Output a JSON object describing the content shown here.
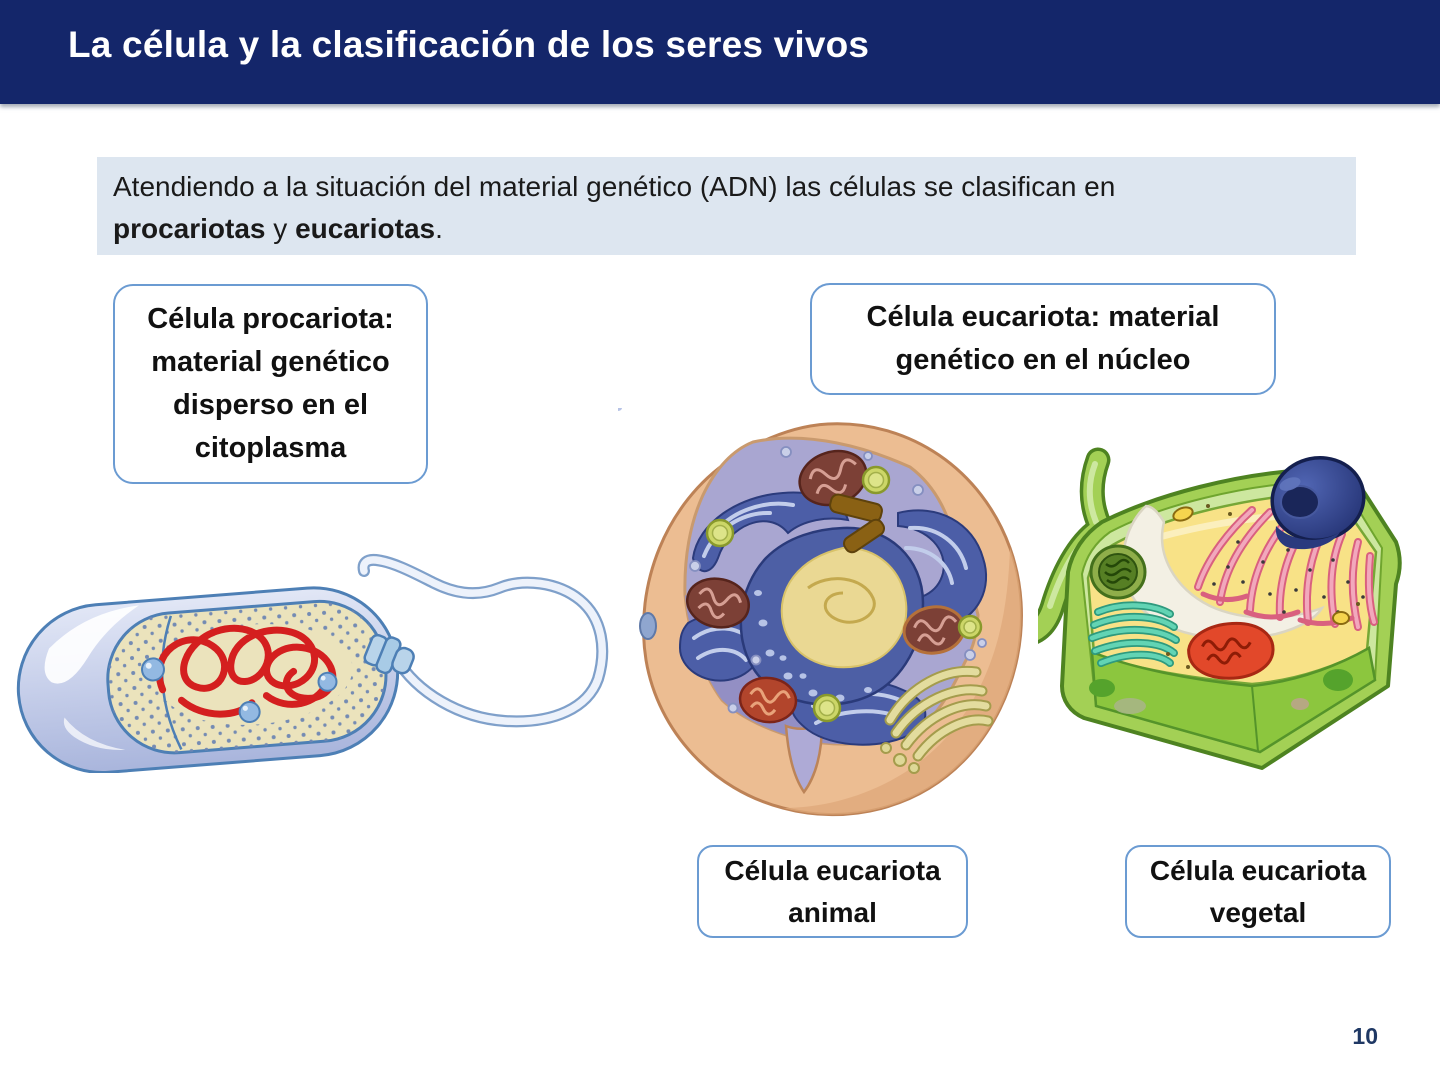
{
  "slide": {
    "title": "La célula y la clasificación de los seres vivos",
    "page_number": "10"
  },
  "statement": {
    "line1": "Atendiendo a la situación del material genético (ADN) las células se clasifican en",
    "bold1": "procariotas",
    "connector": " y ",
    "bold2": "eucariotas",
    "suffix": "."
  },
  "callouts": {
    "procariota": {
      "lines": [
        "Célula procariota:",
        "material genético",
        "disperso en el",
        "citoplasma"
      ]
    },
    "eucariota": {
      "lines": [
        "Célula eucariota: material",
        "genético en el núcleo"
      ]
    },
    "animal": {
      "lines": [
        "Célula eucariota",
        "animal"
      ]
    },
    "vegetal": {
      "lines": [
        "Célula eucariota",
        "vegetal"
      ]
    }
  },
  "colors": {
    "header_bg": "#14266a",
    "statement_bg": "#dde6f0",
    "callout_border": "#6b9bd2",
    "page_number": "#1f3864",
    "bacterium_membrane": "#4d7fb5",
    "bacterium_dna_red": "#d41f1f",
    "animal_membrane_tan": "#ecbd92",
    "animal_cytoplasm_lavender": "#a9a6d1",
    "plant_wall_green": "#a3d055",
    "plant_cytoplasm_yellow": "#f8e287",
    "nucleus_navy": "#2a3a7e"
  }
}
